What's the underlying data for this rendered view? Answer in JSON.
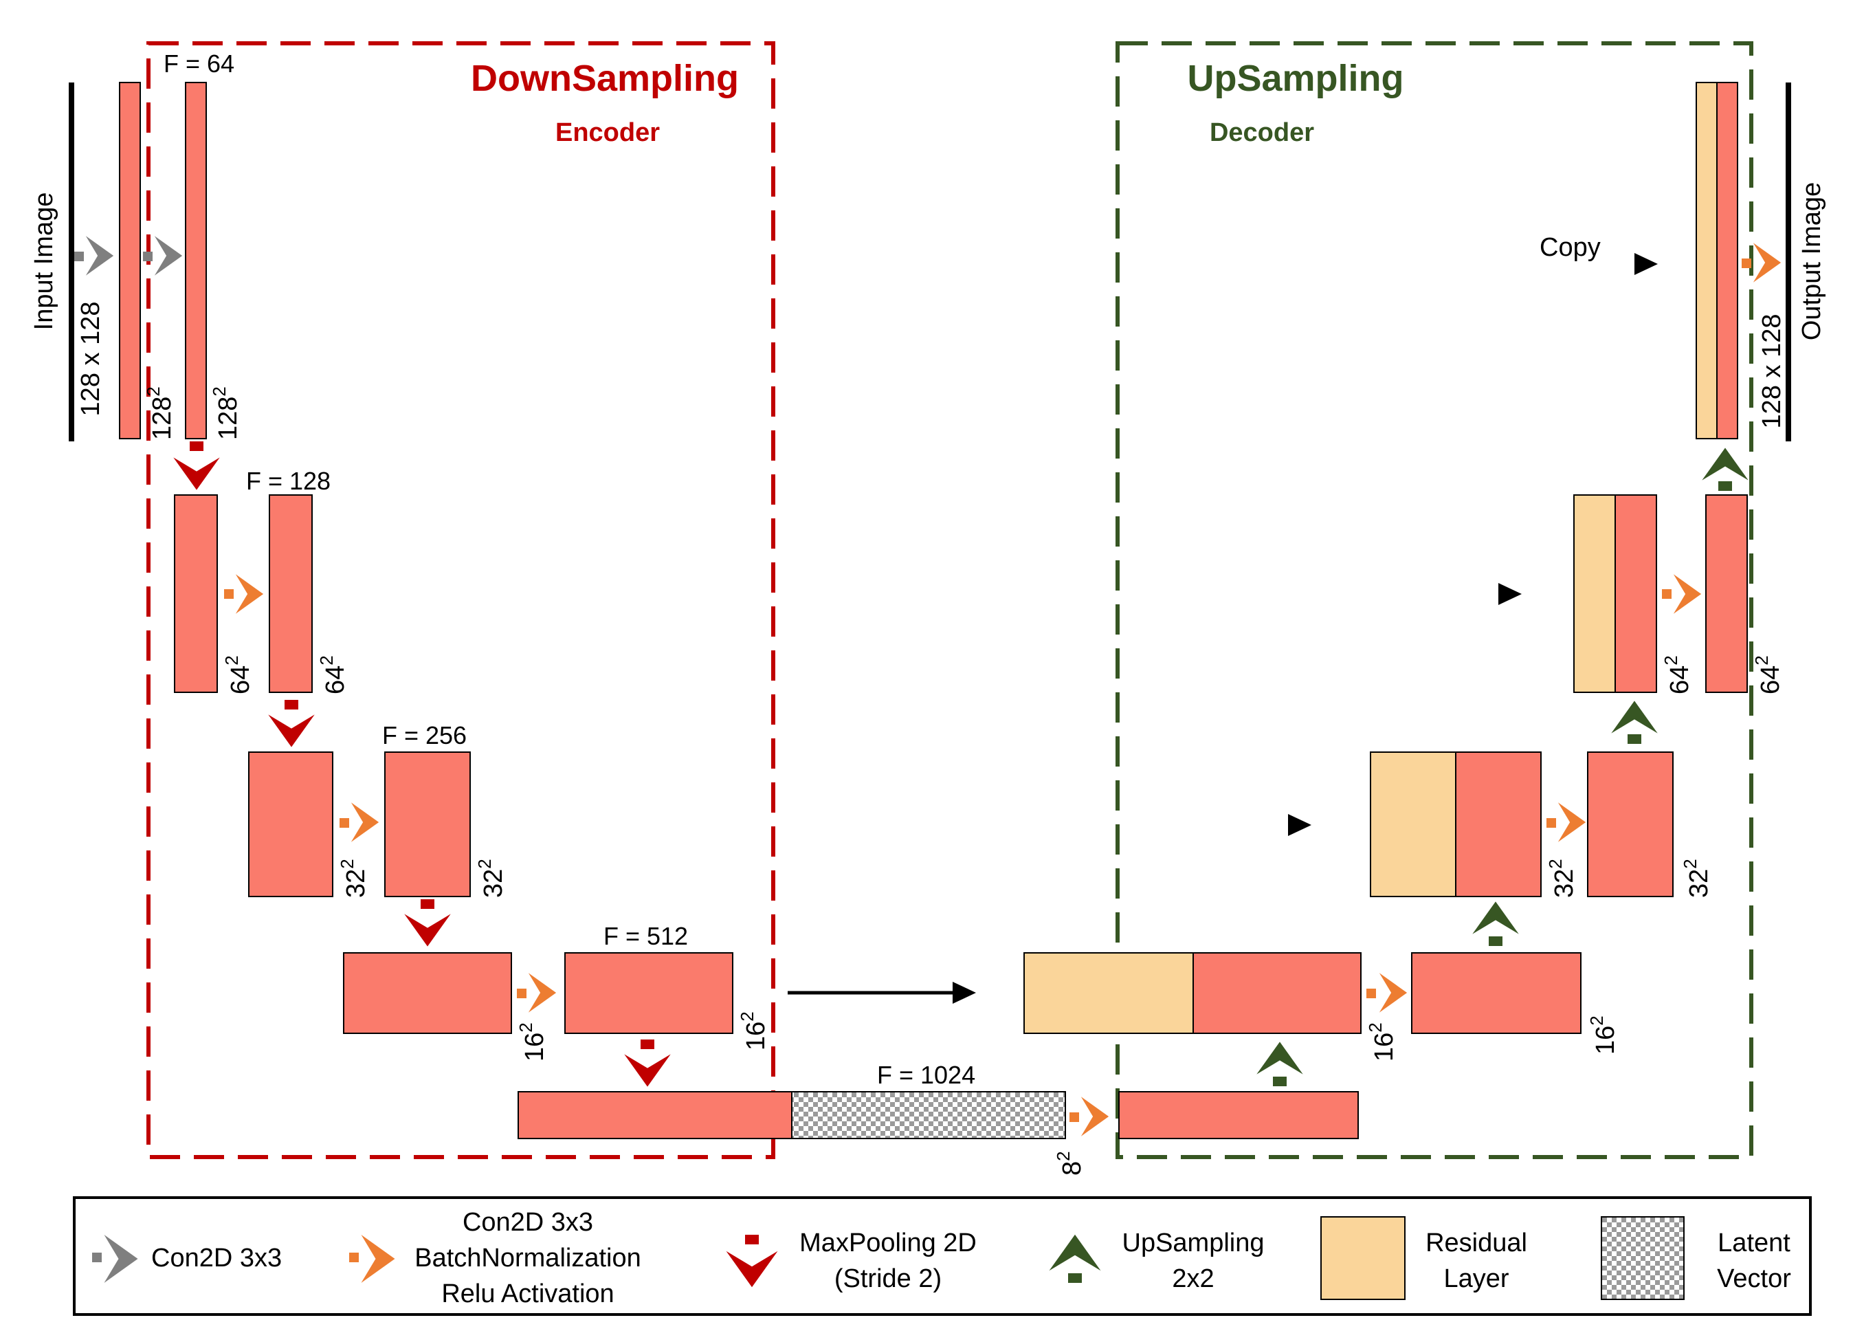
{
  "colors": {
    "layer_red": "#fa7b6c",
    "residual": "#fad59a",
    "encoder_red": "#c00000",
    "decoder_green": "#375623",
    "orange_arrow": "#ed7d31",
    "gray_arrow": "#7f7f7f"
  },
  "encoder": {
    "title": "DownSampling",
    "subtitle": "Encoder"
  },
  "decoder": {
    "title": "UpSampling",
    "subtitle": "Decoder"
  },
  "input": {
    "label": "Input Image",
    "size": "128 x 128"
  },
  "output": {
    "label": "Output Image",
    "size": "128 x 128"
  },
  "filters": {
    "f64": "F = 64",
    "f128": "F = 128",
    "f256": "F = 256",
    "f512": "F = 512",
    "f1024": "F = 1024"
  },
  "dims": {
    "d128": "128",
    "d64": "64",
    "d32": "32",
    "d16": "16",
    "d8": "8",
    "sup": "2"
  },
  "copy_label": "Copy",
  "legend": {
    "conv": "Con2D 3x3",
    "conv_bn_line1": "Con2D 3x3",
    "conv_bn_line2": "BatchNormalization",
    "conv_bn_line3": "Relu Activation",
    "maxpool_line1": "MaxPooling 2D",
    "maxpool_line2": "(Stride 2)",
    "upsample_line1": "UpSampling",
    "upsample_line2": "2x2",
    "residual_line1": "Residual",
    "residual_line2": "Layer",
    "latent_line1": "Latent",
    "latent_line2": "Vector"
  },
  "icons": [
    "gray-chevron-icon",
    "orange-chevron-icon",
    "red-down-chevron-icon",
    "green-up-chevron-icon",
    "residual-swatch",
    "latent-swatch"
  ]
}
